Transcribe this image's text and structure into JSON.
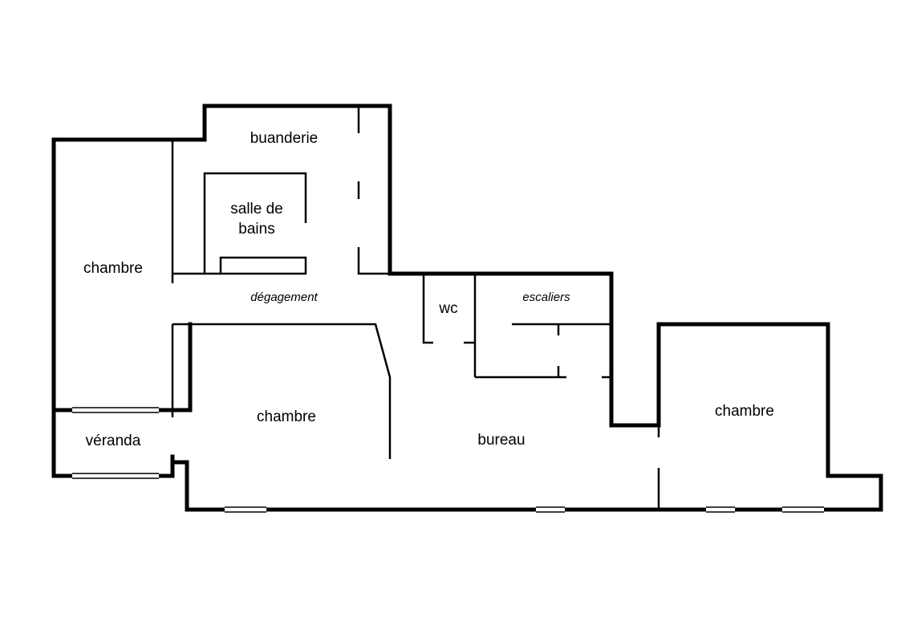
{
  "rooms": {
    "buanderie": "buanderie",
    "salle_de_bains_line1": "salle de",
    "salle_de_bains_line2": "bains",
    "chambre_left": "chambre",
    "degagement": "dégagement",
    "wc": "wc",
    "escaliers": "escaliers",
    "chambre_middle": "chambre",
    "bureau": "bureau",
    "chambre_right": "chambre",
    "veranda": "véranda"
  },
  "colors": {
    "walls": "#000000",
    "background": "#ffffff"
  }
}
